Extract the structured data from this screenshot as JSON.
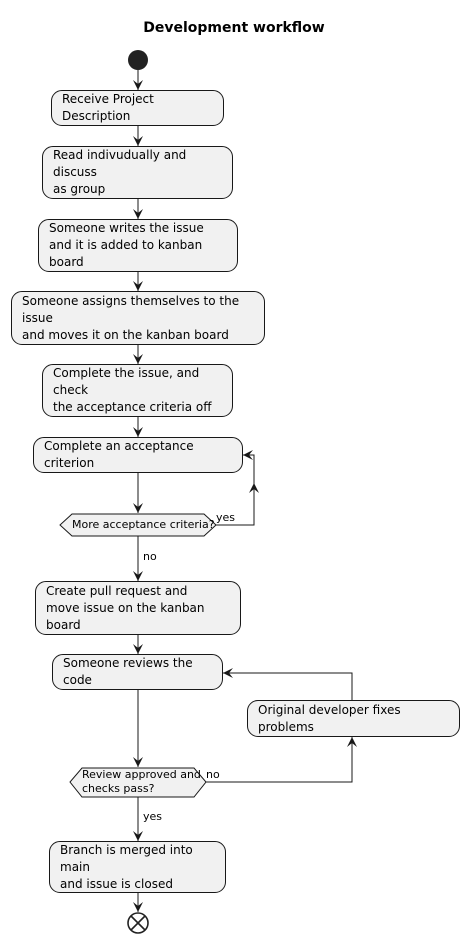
{
  "diagram": {
    "title": "Development workflow",
    "activities": {
      "a1": "Receive Project Description",
      "a2": "Read indivudually and discuss\nas group",
      "a3": "Someone writes the issue\nand it is added to kanban board",
      "a4": "Someone assigns themselves to the issue\nand moves it on the kanban board",
      "a5": "Complete the issue, and check\nthe acceptance criteria off",
      "a6": "Complete an acceptance criterion",
      "a7": "Create pull request and\nmove issue on the kanban board",
      "a8": "Someone reviews the code",
      "a9": "Original developer fixes problems",
      "a10": "Branch is merged into main\nand issue is closed"
    },
    "decisions": {
      "d1": "More acceptance criteria?",
      "d2": "Review approved and\nchecks pass?"
    },
    "edge_labels": {
      "d1_yes": "yes",
      "d1_no": "no",
      "d2_no": "no",
      "d2_yes": "yes"
    },
    "colors": {
      "node_fill": "#f1f1f1",
      "stroke": "#181818",
      "start_node": "#222222"
    }
  }
}
